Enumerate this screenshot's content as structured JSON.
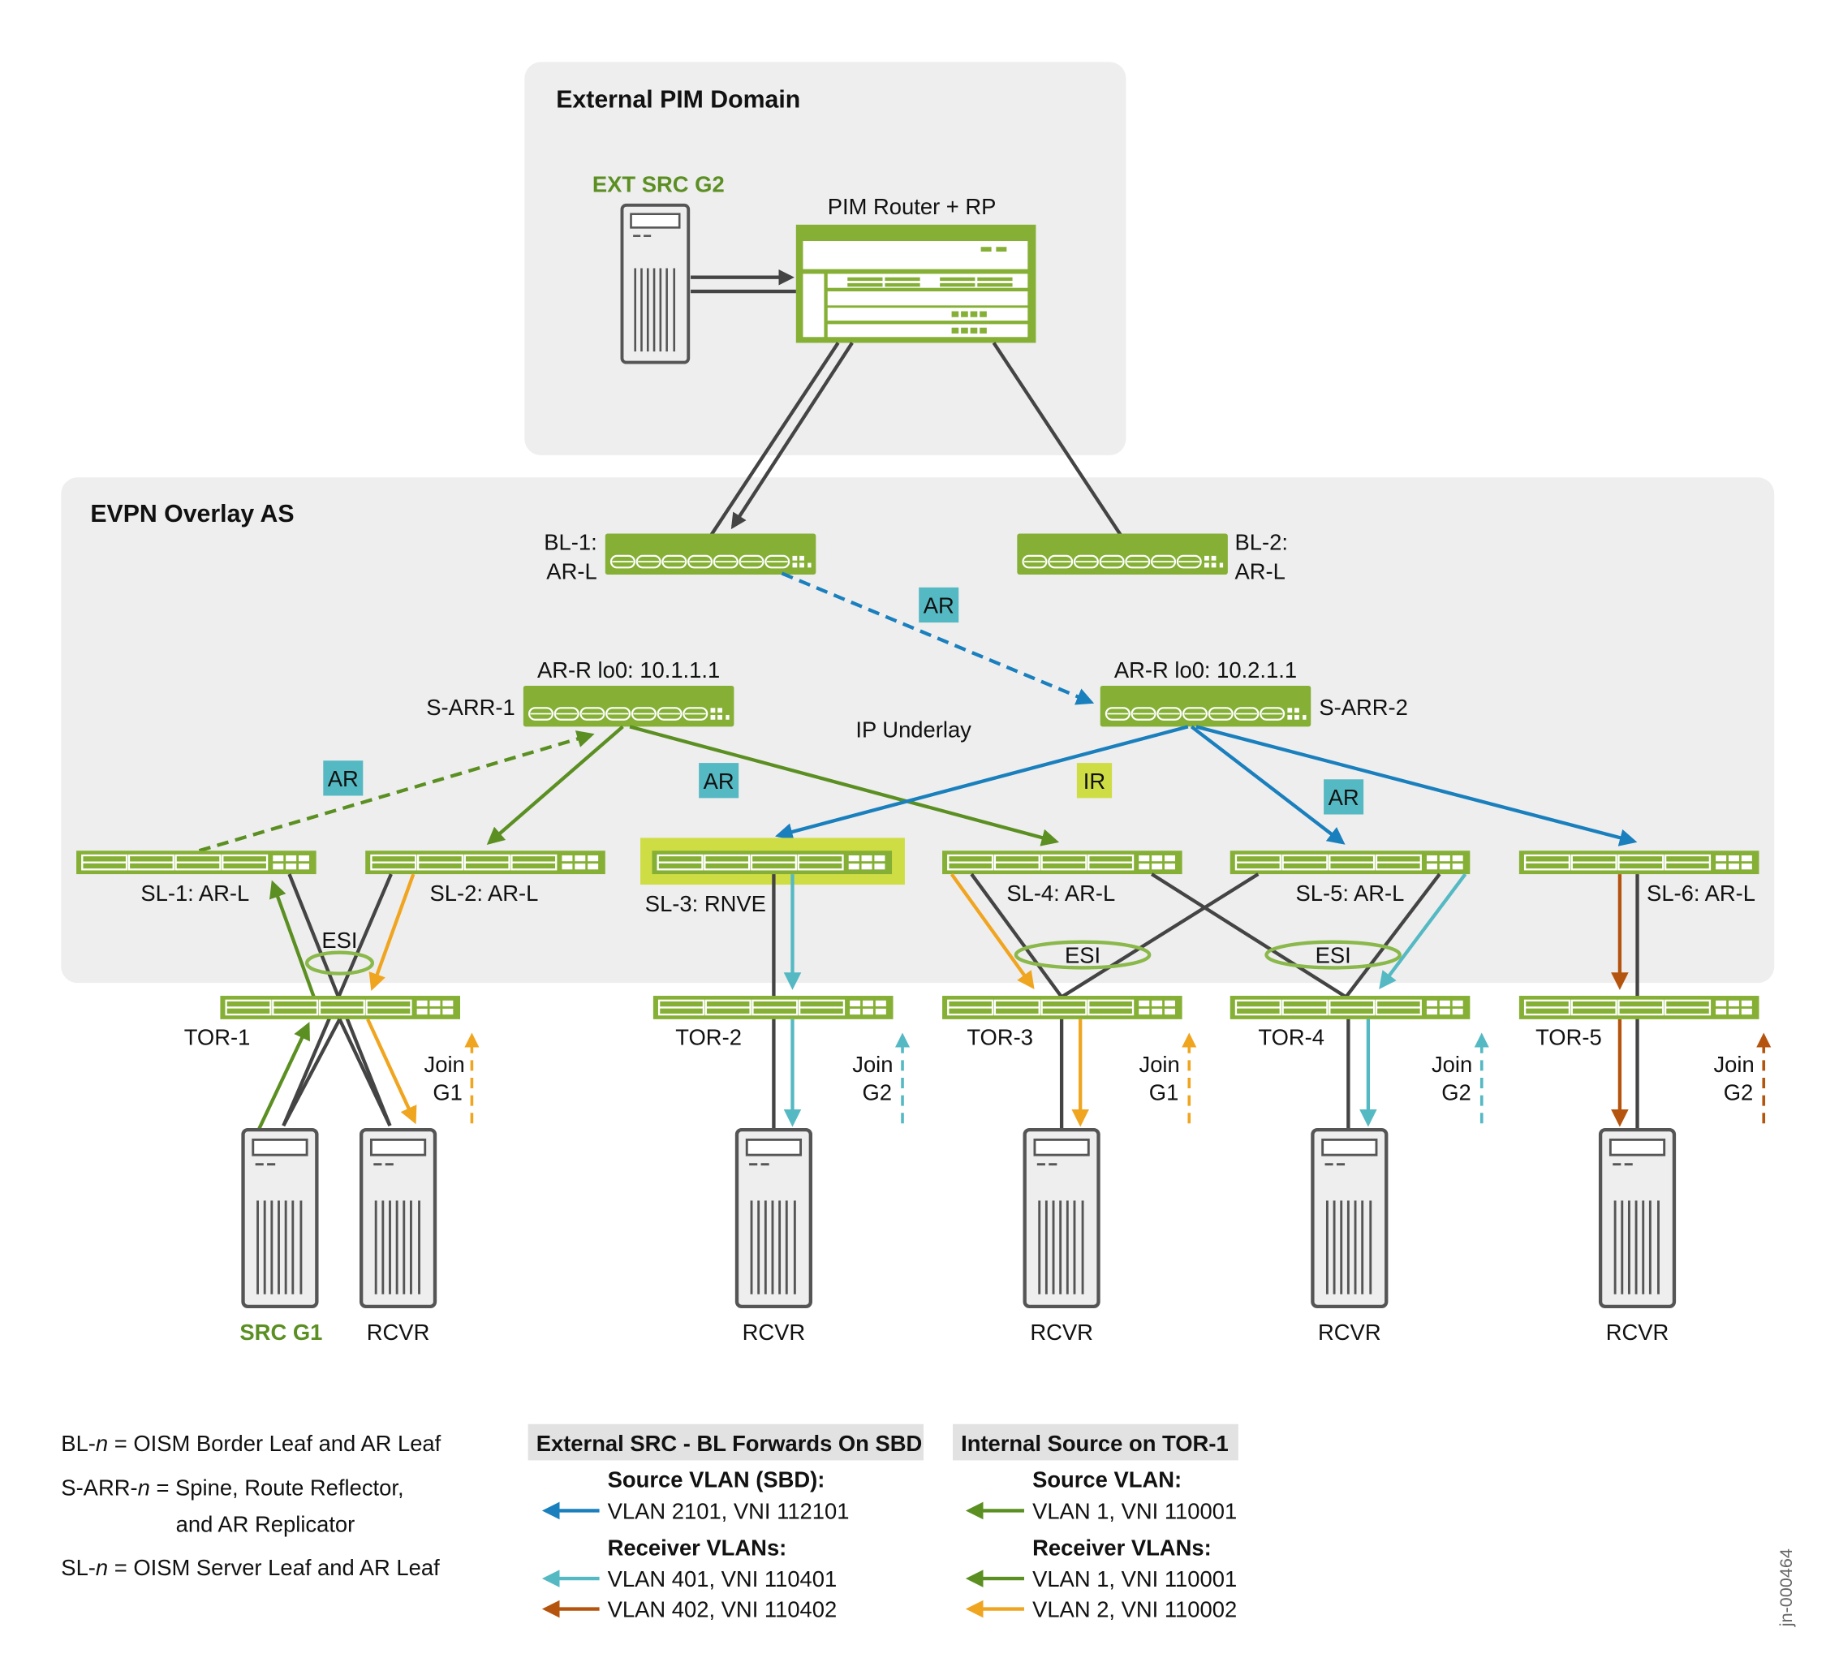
{
  "colors": {
    "switch_green": "#85b035",
    "rnve_highlight": "#cfdd45",
    "region_bg": "#eeeeee",
    "link_gray": "#444444",
    "src_green": "#5b8f22",
    "sbd_blue": "#1a7fbd",
    "vlan401_teal": "#55b9c3",
    "vlan402_brown": "#b5540e",
    "vlan2_orange": "#f0a520",
    "ar_badge": "#55b9c3",
    "ir_badge": "#cfdd45",
    "esi_ring": "#8ab84a"
  },
  "regions": {
    "external_pim": "External PIM Domain",
    "evpn_overlay": "EVPN Overlay AS",
    "ip_underlay": "IP Underlay"
  },
  "devices": {
    "ext_src": "EXT SRC G2",
    "pim_router": "PIM Router + RP",
    "bl1": [
      "BL-1:",
      "AR-L"
    ],
    "bl2": [
      "BL-2:",
      "AR-L"
    ],
    "sarr1": {
      "name": "S-ARR-1",
      "lo0": "AR-R lo0: 10.1.1.1"
    },
    "sarr2": {
      "name": "S-ARR-2",
      "lo0": "AR-R lo0: 10.2.1.1"
    },
    "server_leafs": [
      "SL-1: AR-L",
      "SL-2: AR-L",
      "SL-3: RNVE",
      "SL-4: AR-L",
      "SL-5: AR-L",
      "SL-6: AR-L"
    ],
    "tors": [
      "TOR-1",
      "TOR-2",
      "TOR-3",
      "TOR-4",
      "TOR-5"
    ],
    "hosts": [
      "SRC G1",
      "RCVR",
      "RCVR",
      "RCVR",
      "RCVR",
      "RCVR"
    ]
  },
  "badges": {
    "ar": "AR",
    "ir": "IR",
    "esi": "ESI"
  },
  "joins": [
    {
      "line1": "Join",
      "line2": "G1"
    },
    {
      "line1": "Join",
      "line2": "G2"
    },
    {
      "line1": "Join",
      "line2": "G1"
    },
    {
      "line1": "Join",
      "line2": "G2"
    },
    {
      "line1": "Join",
      "line2": "G2"
    }
  ],
  "legend": {
    "definitions": [
      {
        "prefix": "BL-",
        "var": "n",
        "text": " = OISM Border Leaf and AR Leaf"
      },
      {
        "prefix": "S-ARR-",
        "var": "n",
        "text": " = Spine, Route Reflector,"
      },
      {
        "prefix": "",
        "var": "",
        "text": "and AR Replicator"
      },
      {
        "prefix": "SL-",
        "var": "n",
        "text": " = OISM Server Leaf and AR Leaf"
      }
    ],
    "external": {
      "header": "External SRC - BL Forwards On SBD",
      "source_heading": "Source VLAN (SBD):",
      "source_items": [
        "VLAN 2101, VNI 112101"
      ],
      "receiver_heading": "Receiver VLANs:",
      "receiver_items": [
        "VLAN 401, VNI 110401",
        "VLAN 402, VNI 110402"
      ]
    },
    "internal": {
      "header": "Internal Source on TOR-1",
      "source_heading": "Source VLAN:",
      "source_items": [
        "VLAN 1, VNI 110001"
      ],
      "receiver_heading": "Receiver VLANs:",
      "receiver_items": [
        "VLAN 1, VNI 110001",
        "VLAN 2, VNI 110002"
      ]
    }
  },
  "figure_id": "jn-000464"
}
